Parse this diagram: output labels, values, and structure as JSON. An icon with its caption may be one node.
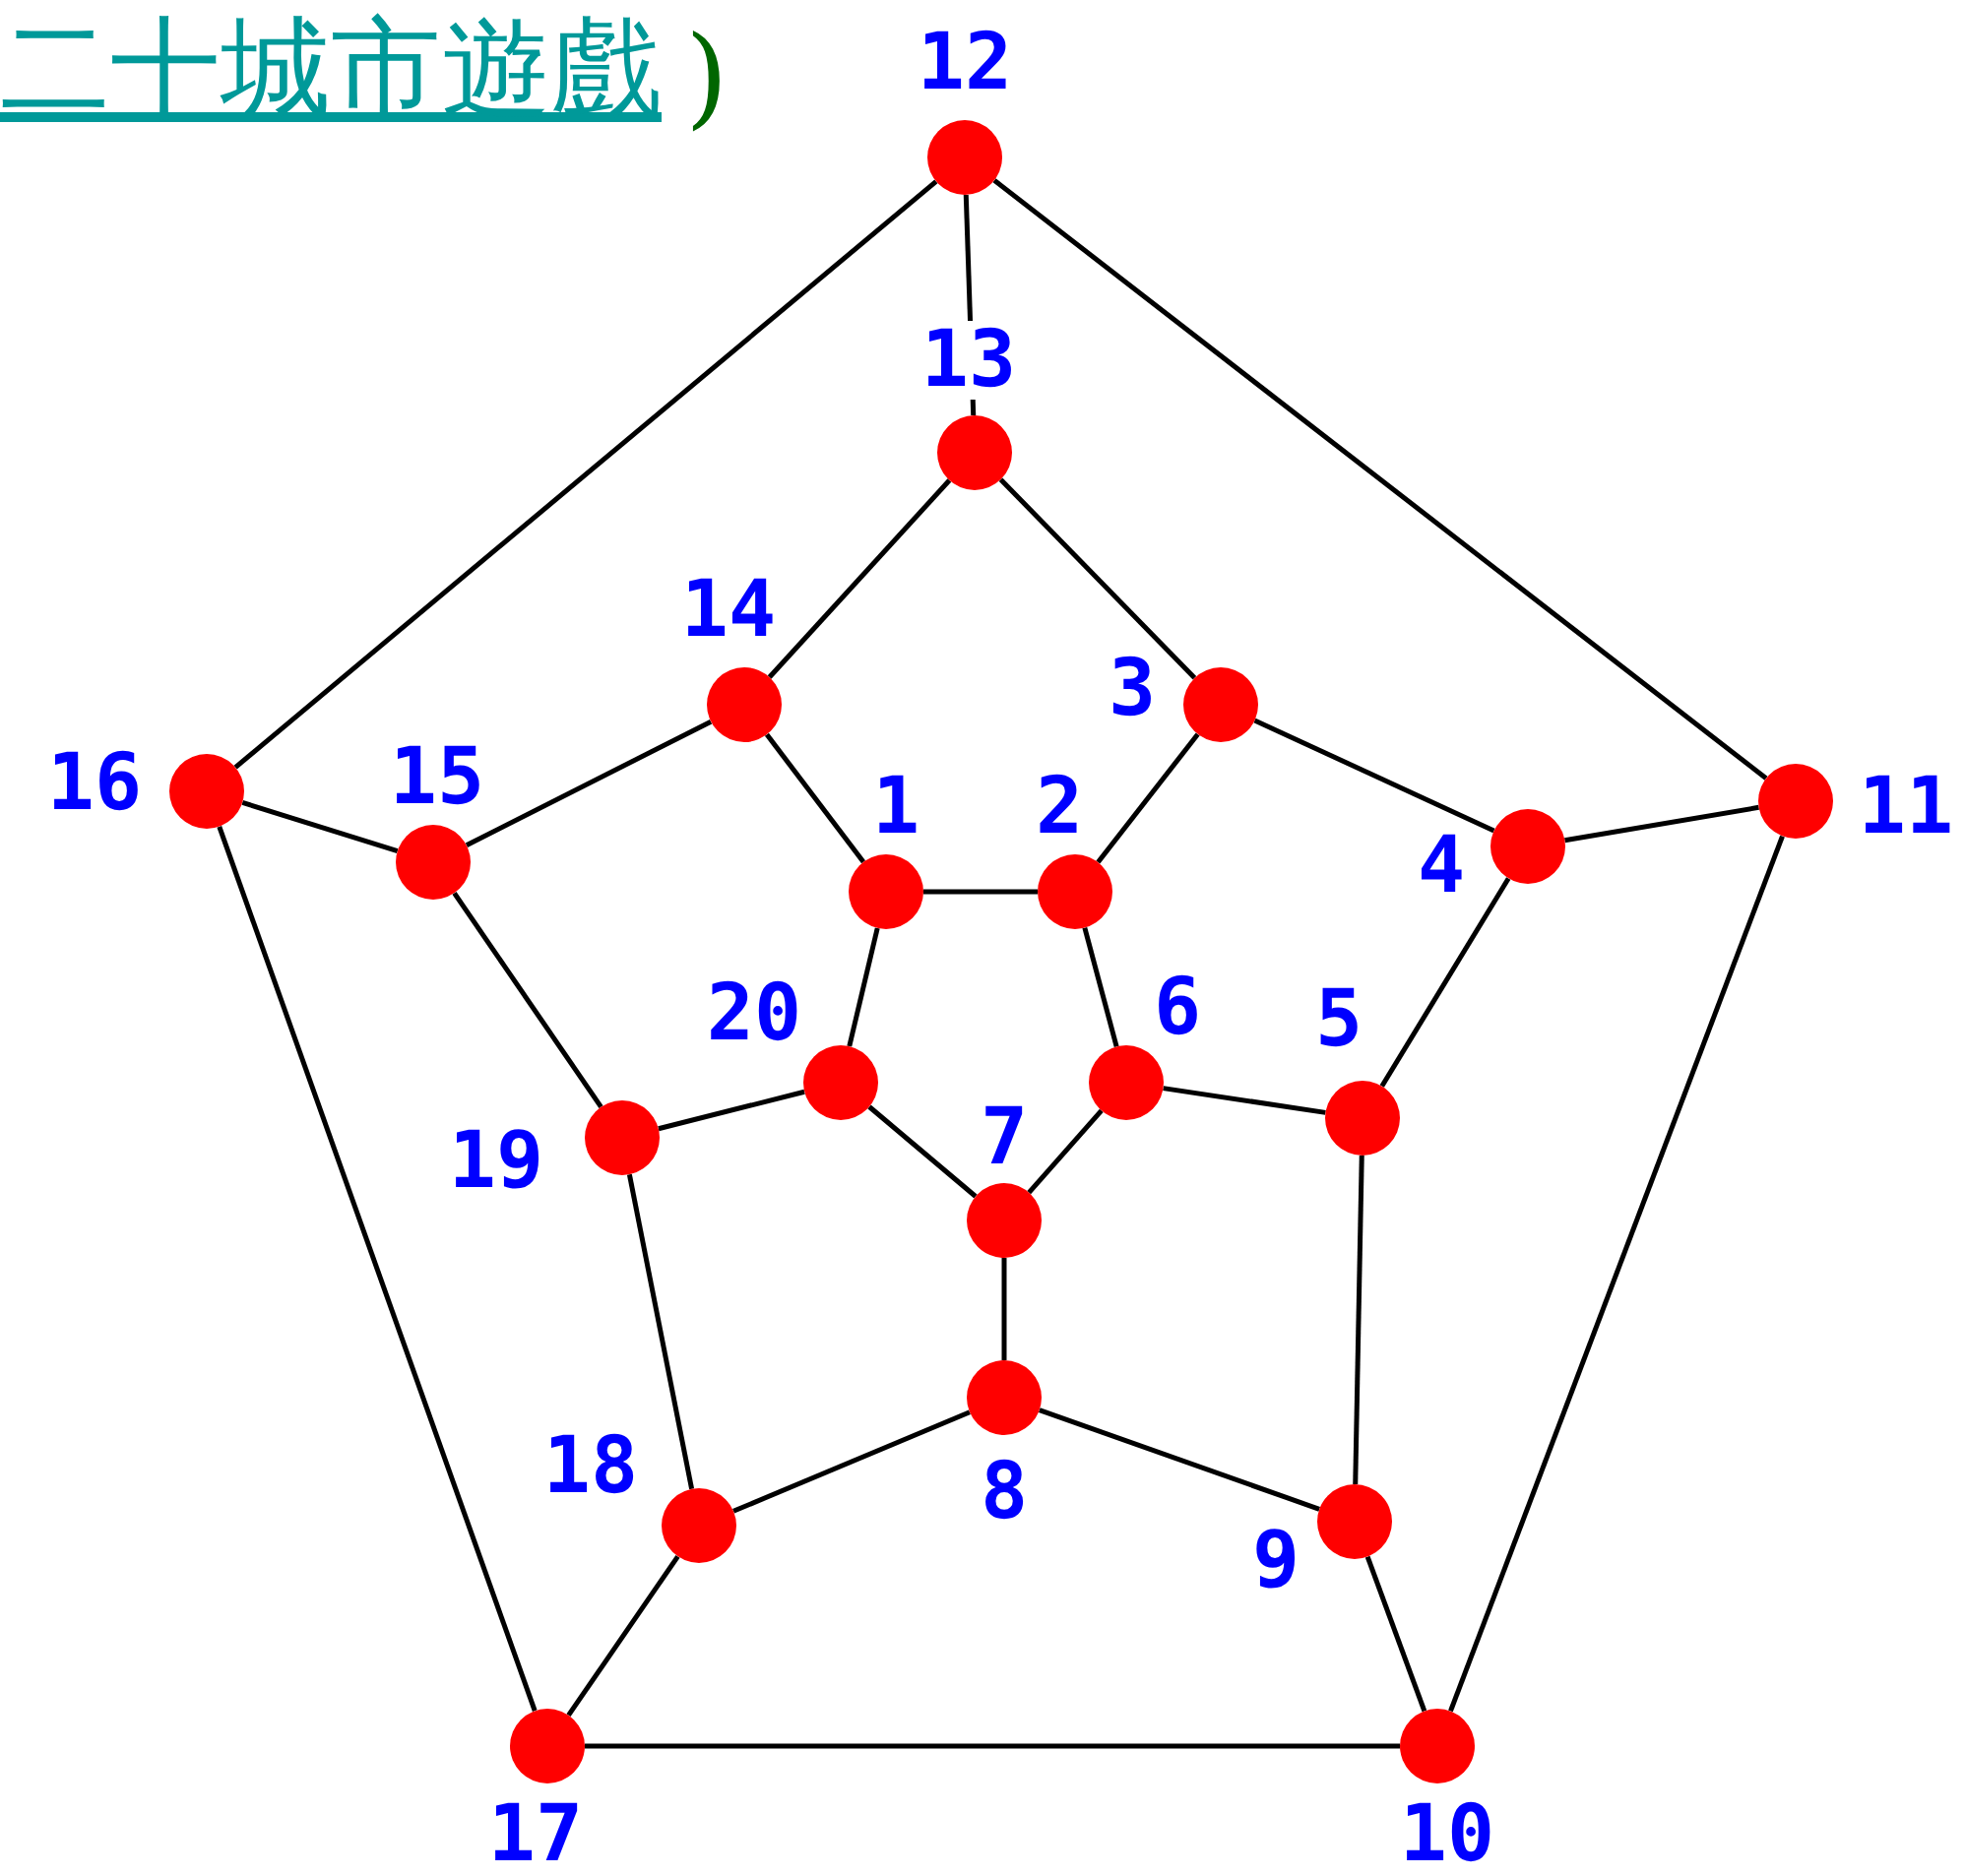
{
  "diagram": {
    "nodes": [
      {
        "text": [],
        "shape": "circle",
        "beside": [
          "1"
        ]
      },
      {
        "text": [],
        "shape": "circle",
        "beside": [
          "2"
        ]
      },
      {
        "text": [],
        "shape": "circle",
        "beside": [
          "3"
        ]
      },
      {
        "text": [],
        "shape": "circle",
        "beside": [
          "4"
        ]
      },
      {
        "text": [],
        "shape": "circle",
        "beside": [
          "5"
        ]
      },
      {
        "text": [],
        "shape": "circle",
        "beside": [
          "6"
        ]
      },
      {
        "text": [],
        "shape": "circle",
        "beside": [
          "7"
        ]
      },
      {
        "text": [],
        "shape": "circle",
        "beside": [
          "8"
        ]
      },
      {
        "text": [],
        "shape": "circle",
        "beside": [
          "9"
        ]
      },
      {
        "text": [],
        "shape": "circle",
        "beside": [
          "10"
        ]
      },
      {
        "text": [],
        "shape": "circle",
        "beside": [
          "11"
        ]
      },
      {
        "text": [],
        "shape": "circle",
        "beside": [
          "12"
        ]
      },
      {
        "text": [],
        "shape": "circle",
        "beside": [
          "13"
        ]
      },
      {
        "text": [],
        "shape": "circle",
        "beside": [
          "14"
        ]
      },
      {
        "text": [],
        "shape": "circle",
        "beside": [
          "15"
        ]
      },
      {
        "text": [],
        "shape": "circle",
        "beside": [
          "16"
        ]
      },
      {
        "text": [],
        "shape": "circle",
        "beside": [
          "17"
        ]
      },
      {
        "text": [],
        "shape": "circle",
        "beside": [
          "18"
        ]
      },
      {
        "text": [],
        "shape": "circle",
        "beside": [
          "19"
        ]
      },
      {
        "text": [],
        "shape": "circle",
        "beside": [
          "20"
        ]
      }
    ],
    "edges": [
      {
        "from": 11,
        "to": 12,
        "arrow": "none"
      },
      {
        "from": 11,
        "to": 15,
        "arrow": "none"
      },
      {
        "from": 11,
        "to": 10,
        "arrow": "none"
      },
      {
        "from": 12,
        "to": 13,
        "arrow": "none"
      },
      {
        "from": 12,
        "to": 2,
        "arrow": "none"
      },
      {
        "from": 13,
        "to": 0,
        "arrow": "none"
      },
      {
        "from": 13,
        "to": 14,
        "arrow": "none"
      },
      {
        "from": 0,
        "to": 1,
        "arrow": "none"
      },
      {
        "from": 0,
        "to": 19,
        "arrow": "none"
      },
      {
        "from": 1,
        "to": 2,
        "arrow": "none"
      },
      {
        "from": 1,
        "to": 5,
        "arrow": "none"
      },
      {
        "from": 2,
        "to": 3,
        "arrow": "none"
      },
      {
        "from": 3,
        "to": 10,
        "arrow": "none"
      },
      {
        "from": 3,
        "to": 4,
        "arrow": "none"
      },
      {
        "from": 4,
        "to": 5,
        "arrow": "none"
      },
      {
        "from": 4,
        "to": 8,
        "arrow": "none"
      },
      {
        "from": 5,
        "to": 6,
        "arrow": "none"
      },
      {
        "from": 19,
        "to": 6,
        "arrow": "none"
      },
      {
        "from": 19,
        "to": 18,
        "arrow": "none"
      },
      {
        "from": 6,
        "to": 7,
        "arrow": "none"
      },
      {
        "from": 7,
        "to": 17,
        "arrow": "none"
      },
      {
        "from": 7,
        "to": 8,
        "arrow": "none"
      },
      {
        "from": 8,
        "to": 9,
        "arrow": "none"
      },
      {
        "from": 9,
        "to": 10,
        "arrow": "none"
      },
      {
        "from": 9,
        "to": 16,
        "arrow": "none"
      },
      {
        "from": 16,
        "to": 17,
        "arrow": "none"
      },
      {
        "from": 16,
        "to": 15,
        "arrow": "none"
      },
      {
        "from": 15,
        "to": 14,
        "arrow": "none"
      },
      {
        "from": 14,
        "to": 18,
        "arrow": "none"
      },
      {
        "from": 18,
        "to": 17,
        "arrow": "none"
      }
    ],
    "labels": [
      "二十城市遊戲",
      ")"
    ]
  }
}
